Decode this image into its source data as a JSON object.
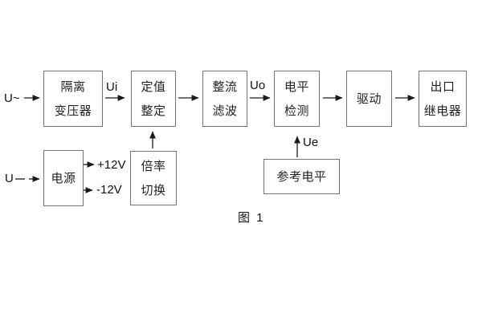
{
  "diagram": {
    "caption": "图 1",
    "blocks": {
      "isolation_transformer": {
        "line1": "隔离",
        "line2": "变压器"
      },
      "value_setting": {
        "line1": "定值",
        "line2": "整定"
      },
      "rectify_filter": {
        "line1": "整流",
        "line2": "滤波"
      },
      "level_detect": {
        "line1": "电平",
        "line2": "检测"
      },
      "drive": {
        "label": "驱动"
      },
      "output_relay": {
        "line1": "出口",
        "line2": "继电器"
      },
      "power_supply": {
        "label": "电源"
      },
      "ratio_switch": {
        "line1": "倍率",
        "line2": "切换"
      },
      "reference_level": {
        "label": "参考电平"
      }
    },
    "signals": {
      "ac_input": "U~",
      "dc_input": "U",
      "ui": "Ui",
      "uo": "Uo",
      "ue": "Ue",
      "plus_rail": "+12V",
      "minus_rail": "-12V"
    },
    "colors": {
      "background": "#ffffff",
      "box_border": "#757575",
      "text": "#222222",
      "arrow": "#1a1a1a"
    }
  }
}
